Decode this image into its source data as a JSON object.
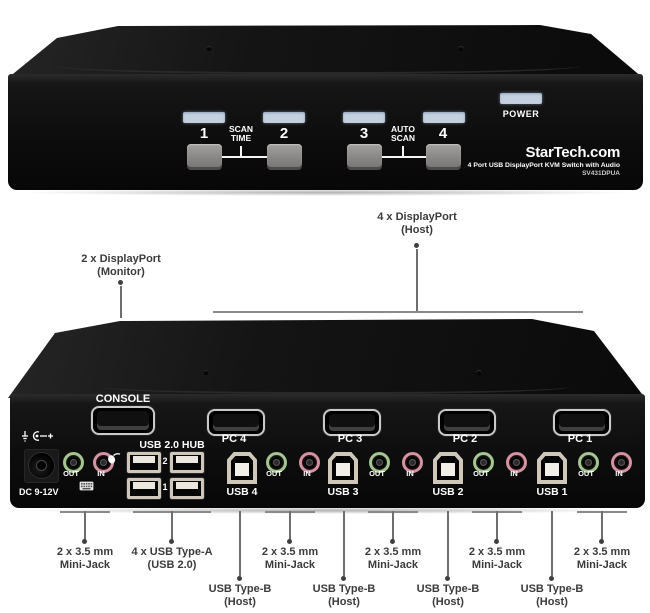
{
  "front_panel": {
    "power_label": "POWER",
    "scan_time_label": "SCAN TIME",
    "auto_scan_label": "AUTO SCAN",
    "port_buttons": [
      "1",
      "2",
      "3",
      "4"
    ],
    "brand": "StarTech.com",
    "product_name": "4 Port USB DisplayPort KVM Switch with Audio",
    "model": "SV431DPUA"
  },
  "rear_panel": {
    "console_label": "CONSOLE",
    "pc_port_labels": [
      "PC 4",
      "PC 3",
      "PC 2",
      "PC 1"
    ],
    "usb_hub_label": "USB 2.0 HUB",
    "usb_hub_port_numbers": [
      "2",
      "1"
    ],
    "usb_host_labels": [
      "USB 4",
      "USB 3",
      "USB 2",
      "USB 1"
    ],
    "audio_out_label": "OUT",
    "audio_in_label": "IN",
    "dc_label": "DC 9-12V"
  },
  "callouts": {
    "monitor": {
      "line1": "2 x DisplayPort",
      "line2": "(Monitor)"
    },
    "host_dp": {
      "line1": "4 x DisplayPort",
      "line2": "(Host)"
    },
    "mini_jack": {
      "line1": "2 x 3.5 mm",
      "line2": "Mini-Jack"
    },
    "usb_type_a": {
      "line1": "4 x USB Type-A",
      "line2": "(USB 2.0)"
    },
    "usb_type_b": {
      "line1": "USB Type-B",
      "line2": "(Host)"
    }
  },
  "colors": {
    "chassis": "#0d0d0d",
    "led_blue": "#c4d0df",
    "audio_out_green": "#a6c492",
    "audio_in_pink": "#d393a1",
    "usb_beige": "#cfc7ba",
    "annotation_text": "#3b3b3b"
  }
}
